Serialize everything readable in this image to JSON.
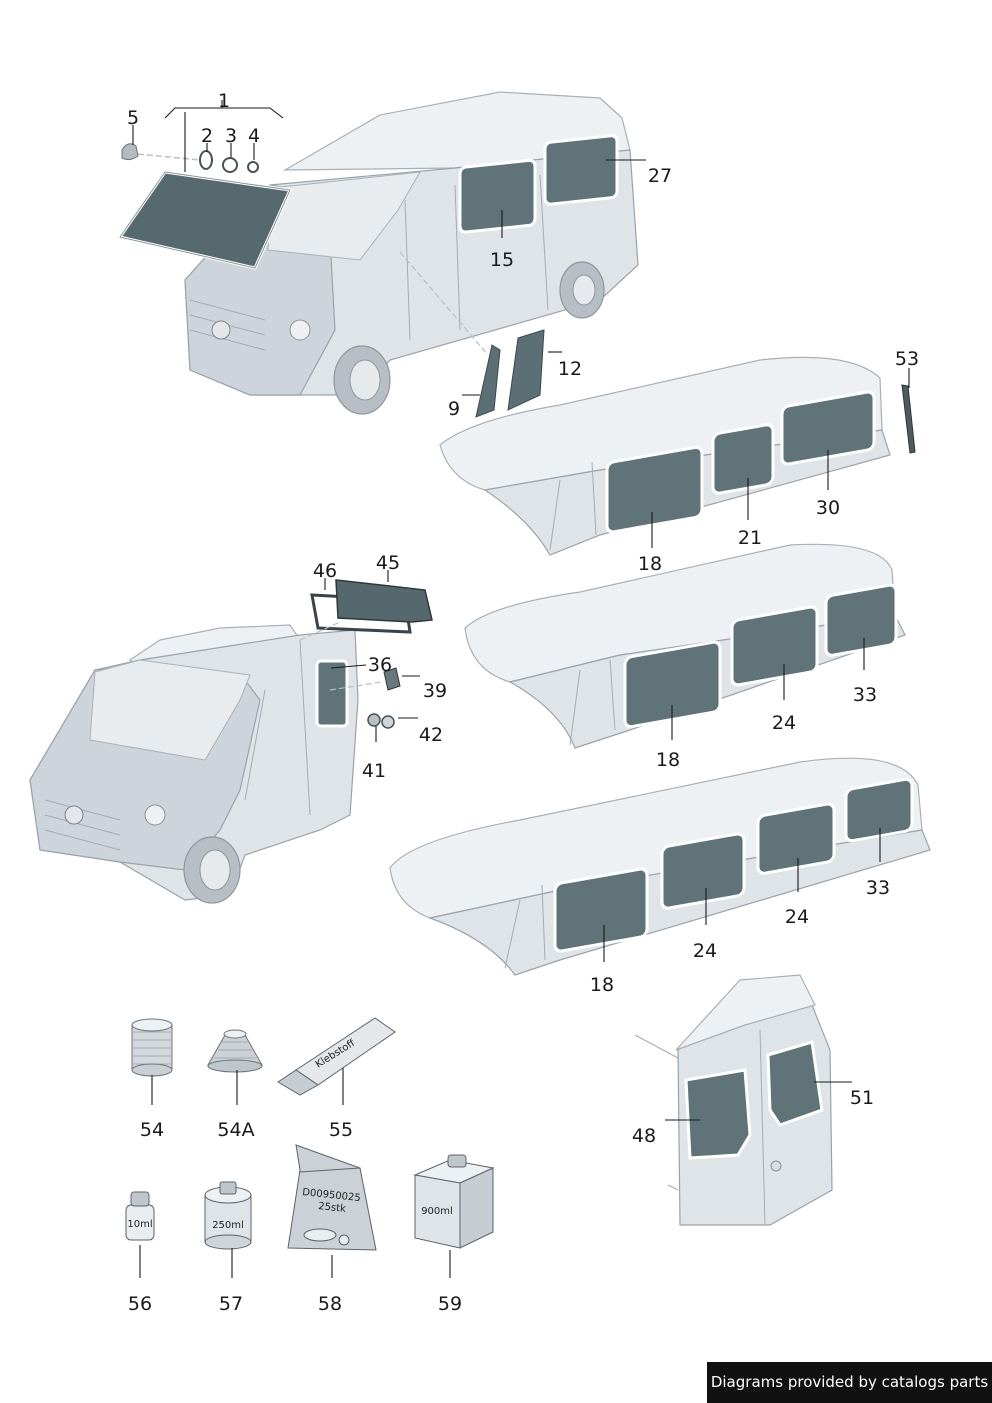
{
  "callouts": {
    "c1": "1",
    "c2": "2",
    "c3": "3",
    "c4": "4",
    "c5": "5",
    "c9": "9",
    "c12": "12",
    "c15": "15",
    "c18a": "18",
    "c18b": "18",
    "c18c": "18",
    "c21": "21",
    "c24a": "24",
    "c24b": "24",
    "c24c": "24",
    "c27": "27",
    "c30": "30",
    "c33a": "33",
    "c33b": "33",
    "c36": "36",
    "c39": "39",
    "c41": "41",
    "c42": "42",
    "c45": "45",
    "c46": "46",
    "c48": "48",
    "c51": "51",
    "c53": "53",
    "c54": "54",
    "c54a": "54A",
    "c55": "55",
    "c56": "56",
    "c57": "57",
    "c58": "58",
    "c59": "59"
  },
  "product_labels": {
    "tube": "Klebstoff",
    "bottle_10": "10ml",
    "can_250": "250ml",
    "bag_code": "D00950025",
    "bag_qty": "25stk",
    "box_900": "900ml"
  },
  "credit": "Diagrams provided by catalogs parts"
}
